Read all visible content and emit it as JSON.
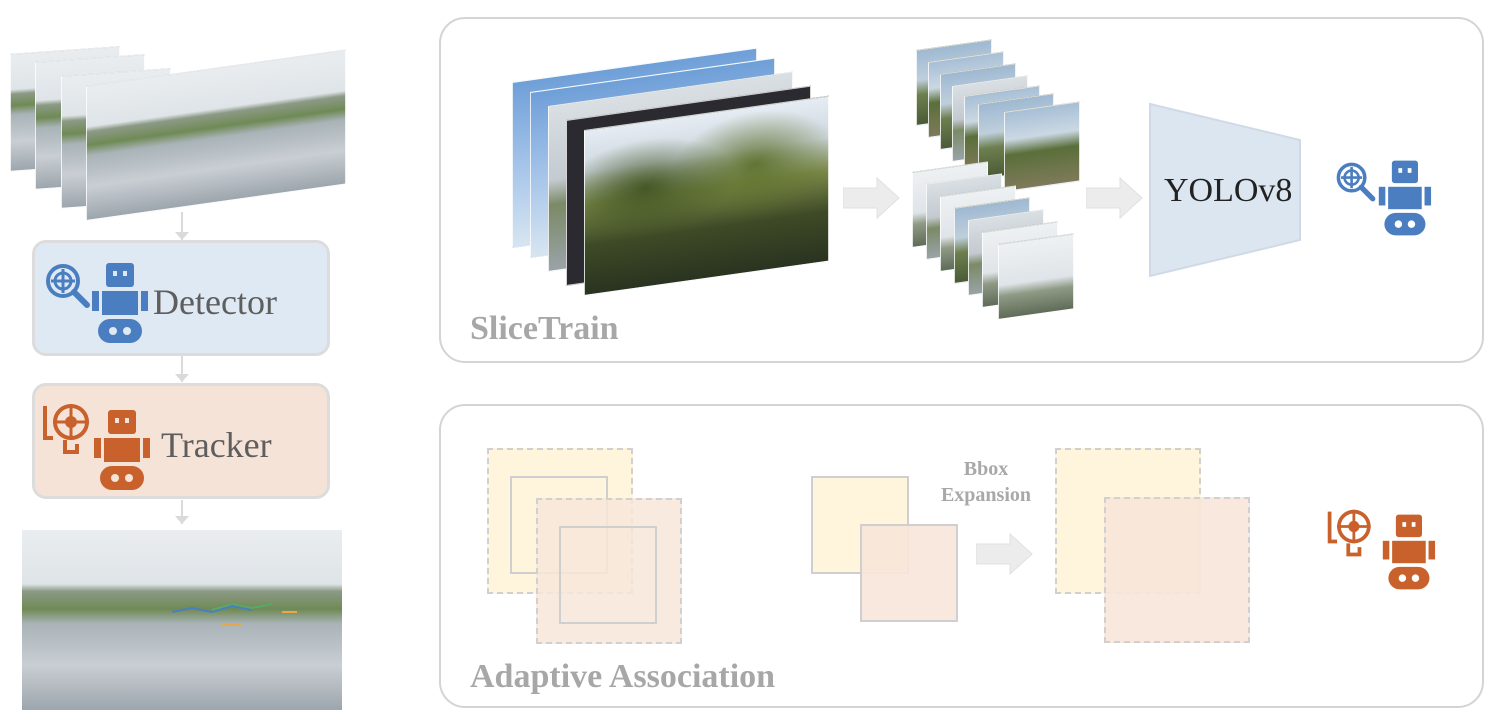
{
  "pipeline": {
    "detector_label": "Detector",
    "tracker_label": "Tracker"
  },
  "slicetrain": {
    "title": "SliceTrain",
    "model_label": "YOLOv8"
  },
  "association": {
    "title": "Adaptive Association",
    "expansion_label_line1": "Bbox",
    "expansion_label_line2": "Expansion"
  },
  "colors": {
    "detector_blue": "#4a7ec0",
    "detector_fill": "#dfe9f4",
    "tracker_orange": "#c8612b",
    "tracker_fill": "#f6e3d7",
    "yolo_fill": "#dce6f1",
    "box_yellow": "#fef5dc",
    "box_peach": "#f8e6d9",
    "arrow_gray": "#ececec",
    "title_gray": "#a7a7a7"
  },
  "icons": [
    "magnifier-target-icon",
    "robot-icon",
    "crosshair-gear-icon"
  ]
}
